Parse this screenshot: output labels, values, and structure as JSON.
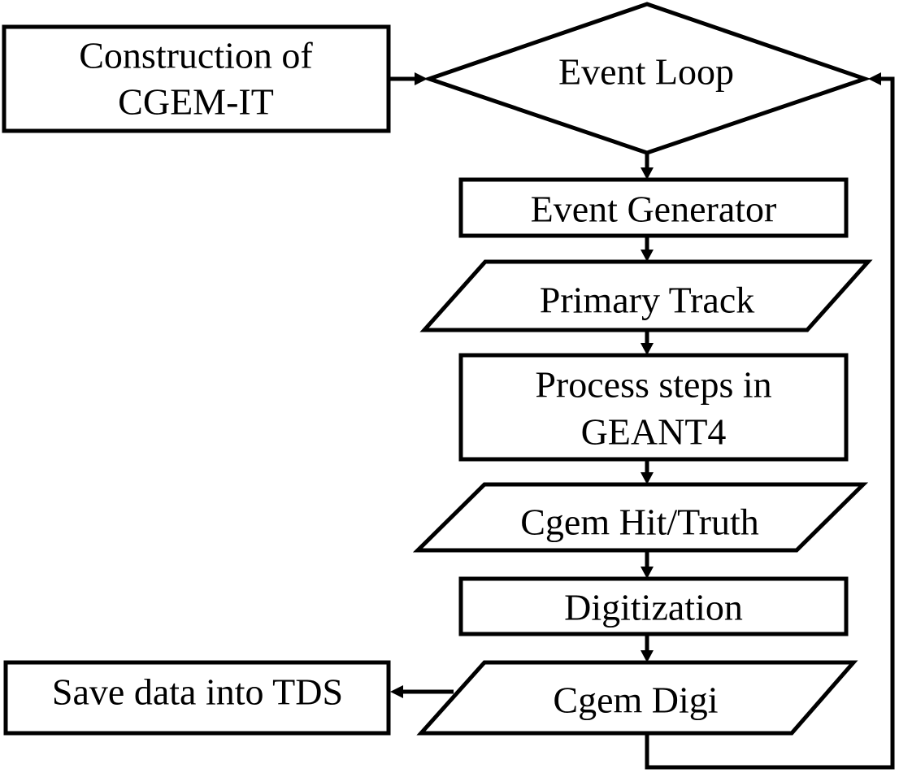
{
  "diagram": {
    "nodes": {
      "construction": {
        "line1": "Construction of",
        "line2": "CGEM-IT"
      },
      "event_loop": {
        "label": "Event Loop"
      },
      "event_generator": {
        "label": "Event Generator"
      },
      "primary_track": {
        "label": "Primary Track"
      },
      "process_steps": {
        "line1": "Process steps in",
        "line2": "GEANT4"
      },
      "cgem_hit_truth": {
        "label": "Cgem Hit/Truth"
      },
      "digitization": {
        "label": "Digitization"
      },
      "cgem_digi": {
        "label": "Cgem Digi"
      },
      "save_data": {
        "label": "Save data into TDS"
      }
    },
    "edges": [
      {
        "from": "Construction of CGEM-IT",
        "to": "Event Loop"
      },
      {
        "from": "Event Loop",
        "to": "Event Generator"
      },
      {
        "from": "Event Generator",
        "to": "Primary Track"
      },
      {
        "from": "Primary Track",
        "to": "Process steps in GEANT4"
      },
      {
        "from": "Process steps in GEANT4",
        "to": "Cgem Hit/Truth"
      },
      {
        "from": "Cgem Hit/Truth",
        "to": "Digitization"
      },
      {
        "from": "Digitization",
        "to": "Cgem Digi"
      },
      {
        "from": "Cgem Digi",
        "to": "Save data into TDS"
      },
      {
        "from": "Cgem Digi",
        "to": "Event Loop"
      }
    ]
  }
}
